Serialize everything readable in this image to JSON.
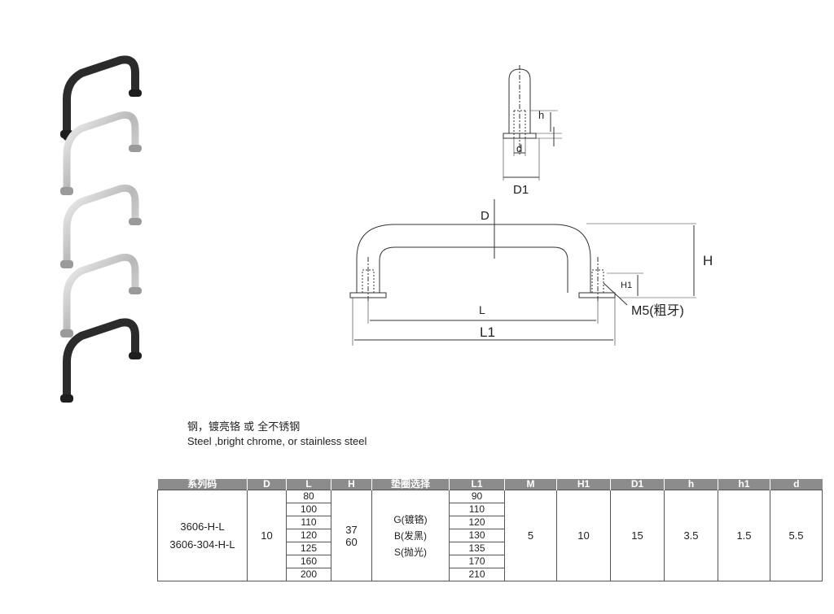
{
  "material": {
    "cn": "钢，镀亮铬 或 全不锈钢",
    "en": "Steel ,bright chrome, or stainless steel"
  },
  "drawing": {
    "labels": {
      "h": "h",
      "d": "d",
      "D1": "D1",
      "D": "D",
      "H": "H",
      "H1": "H1",
      "M5": "M5(粗牙)",
      "L": "L",
      "L1": "L1"
    }
  },
  "table": {
    "headers": [
      "系列码",
      "D",
      "L",
      "H",
      "垫圈选择",
      "L1",
      "M",
      "H1",
      "D1",
      "h",
      "h1",
      "d"
    ],
    "series": [
      "3606-H-L",
      "3606-304-H-L"
    ],
    "D": "10",
    "L": [
      "80",
      "100",
      "110",
      "120",
      "125",
      "160",
      "200"
    ],
    "H": [
      "37",
      "60"
    ],
    "finishes": [
      "G(镀铬)",
      "B(发黑)",
      "S(抛光)"
    ],
    "L1": [
      "90",
      "110",
      "120",
      "130",
      "135",
      "170",
      "210"
    ],
    "M": "5",
    "H1": "10",
    "D1": "15",
    "h": "3.5",
    "h1": "1.5",
    "d": "5.5"
  },
  "colors": {
    "header_bg": "#8c8c8c",
    "black_handle": "#2b2b2b",
    "chrome": "#c8c8c8"
  }
}
